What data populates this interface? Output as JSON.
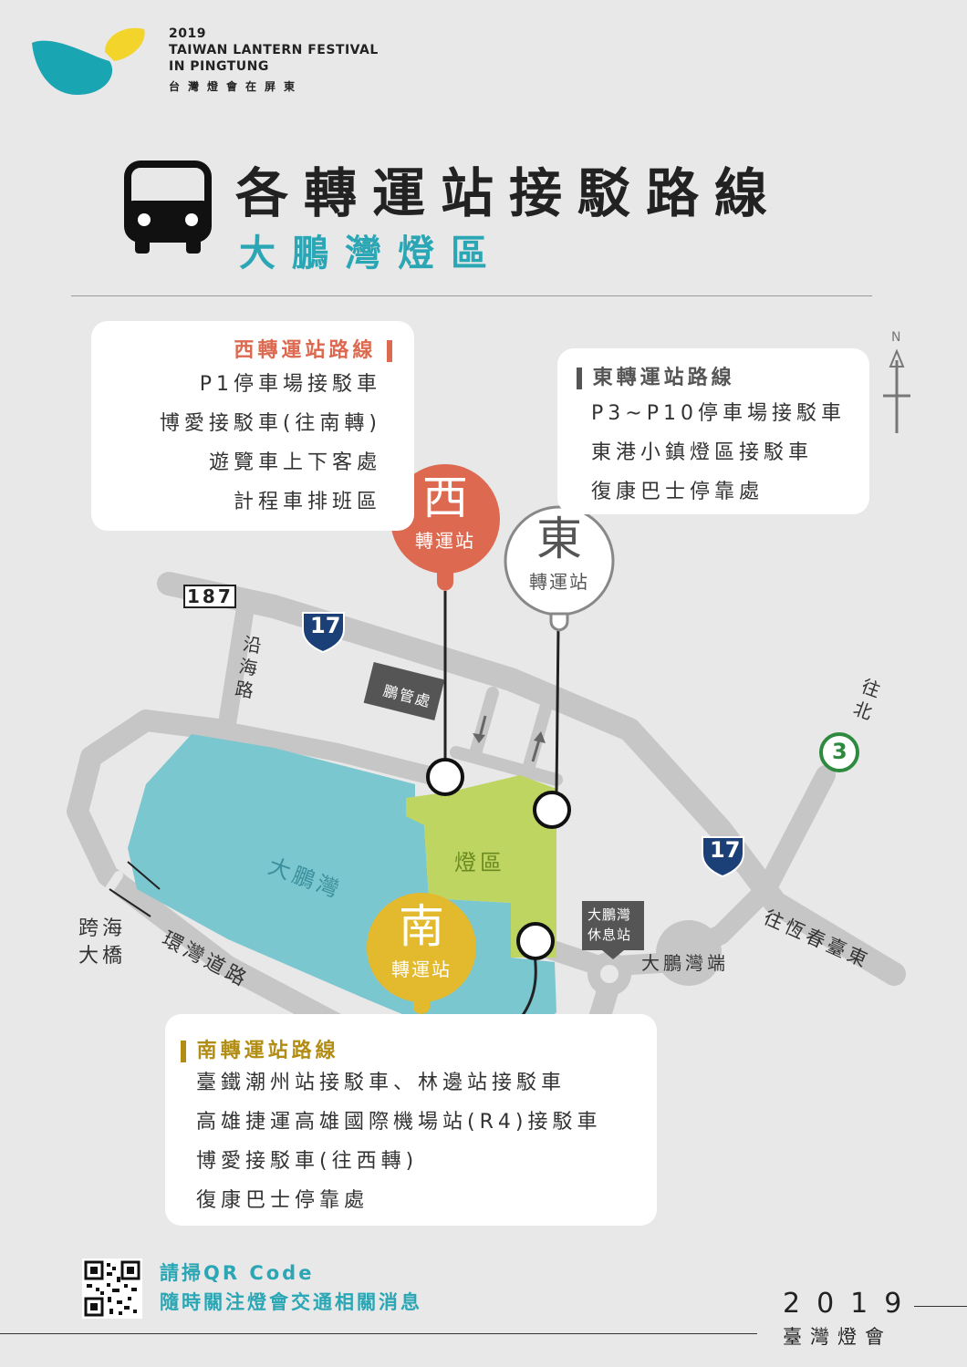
{
  "logo": {
    "line1": "2019",
    "line2": "TAIWAN LANTERN FESTIVAL",
    "line3": "IN PINGTUNG",
    "line4": "台灣燈會在屏東"
  },
  "title": {
    "main": "各轉運站接駁路線",
    "sub": "大鵬灣燈區"
  },
  "west_card": {
    "title": "西轉運站路線",
    "items": [
      "P1停車場接駁車",
      "博愛接駁車(往南轉)",
      "遊覽車上下客處",
      "計程車排班區"
    ]
  },
  "east_card": {
    "title": "東轉運站路線",
    "items": [
      "P3~P10停車場接駁車",
      "東港小鎮燈區接駁車",
      "復康巴士停靠處"
    ]
  },
  "south_card": {
    "title": "南轉運站路線",
    "items": [
      "臺鐵潮州站接駁車、林邊站接駁車",
      "高雄捷運高雄國際機場站(R4)接駁車",
      "博愛接駁車(往西轉)",
      "復康巴士停靠處"
    ]
  },
  "stations": {
    "west": {
      "big": "西",
      "small": "轉運站",
      "color": "#dd6a50"
    },
    "east": {
      "big": "東",
      "small": "轉運站",
      "color": "#ffffff"
    },
    "south": {
      "big": "南",
      "small": "轉運站",
      "color": "#e3b92e"
    }
  },
  "map": {
    "route_187": "187",
    "route_17a": "17",
    "route_17b": "17",
    "route_3": "3",
    "north": "N",
    "road_coast": "沿海路",
    "road_ring": "環灣道路",
    "bridge": "跨海大橋",
    "bay": "大鵬灣",
    "lantern_area": "燈區",
    "admin": "鵬管處",
    "rest_area_1": "大鵬灣",
    "rest_area_2": "休息站",
    "bay_end": "大鵬灣端",
    "to_north": "往北",
    "to_hengchun": "往恆春臺東",
    "colors": {
      "bay": "#7ac7d0",
      "lantern": "#bed562",
      "road": "#c6c6c6"
    }
  },
  "footer": {
    "qr_line1": "請掃QR Code",
    "qr_line2": "隨時關注燈會交通相關消息",
    "year": "2019",
    "year_zh": "臺灣燈會"
  }
}
